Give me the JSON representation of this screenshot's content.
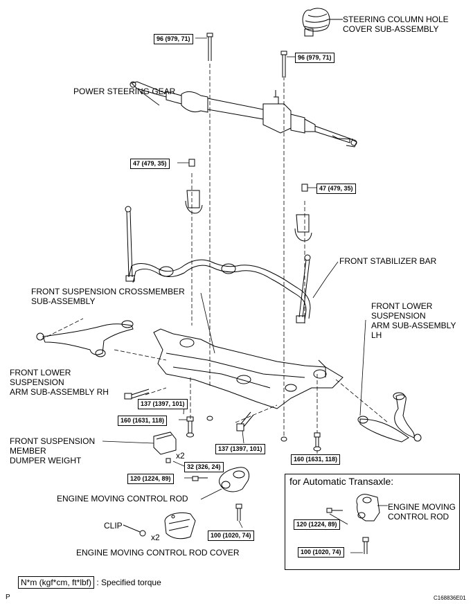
{
  "labels": {
    "steering_cover": "STEERING COLUMN HOLE\nCOVER SUB-ASSEMBLY",
    "power_steering_gear": "POWER STEERING GEAR",
    "front_stabilizer_bar": "FRONT STABILIZER BAR",
    "crossmember": "FRONT SUSPENSION CROSSMEMBER\nSUB-ASSEMBLY",
    "lower_arm_lh": "FRONT LOWER\nSUSPENSION\nARM SUB-ASSEMBLY\nLH",
    "lower_arm_rh": "FRONT LOWER\nSUSPENSION\nARM SUB-ASSEMBLY RH",
    "dumper_weight": "FRONT SUSPENSION\nMEMBER\nDUMPER WEIGHT",
    "engine_rod": "ENGINE MOVING CONTROL ROD",
    "clip": "CLIP",
    "rod_cover": "ENGINE MOVING CONTROL ROD COVER",
    "at_title": "for Automatic Transaxle:",
    "at_engine_rod": "ENGINE MOVING\nCONTROL ROD",
    "x2_a": "x2",
    "x2_b": "x2"
  },
  "torques": {
    "t96_left": "96 (979, 71)",
    "t96_right": "96 (979, 71)",
    "t47_left": "47 (479, 35)",
    "t47_right": "47 (479, 35)",
    "t137_left": "137 (1397, 101)",
    "t160_left": "160 (1631, 118)",
    "t32": "32 (326, 24)",
    "t137_right": "137 (1397, 101)",
    "t160_right": "160 (1631, 118)",
    "t120": "120 (1224, 89)",
    "t100": "100 (1020, 74)",
    "t120_at": "120 (1224, 89)",
    "t100_at": "100 (1020, 74)"
  },
  "legend": {
    "unit": "N*m (kgf*cm, ft*lbf)",
    "text": ": Specified torque"
  },
  "footer": {
    "page_letter": "P",
    "code": "C168836E01"
  }
}
